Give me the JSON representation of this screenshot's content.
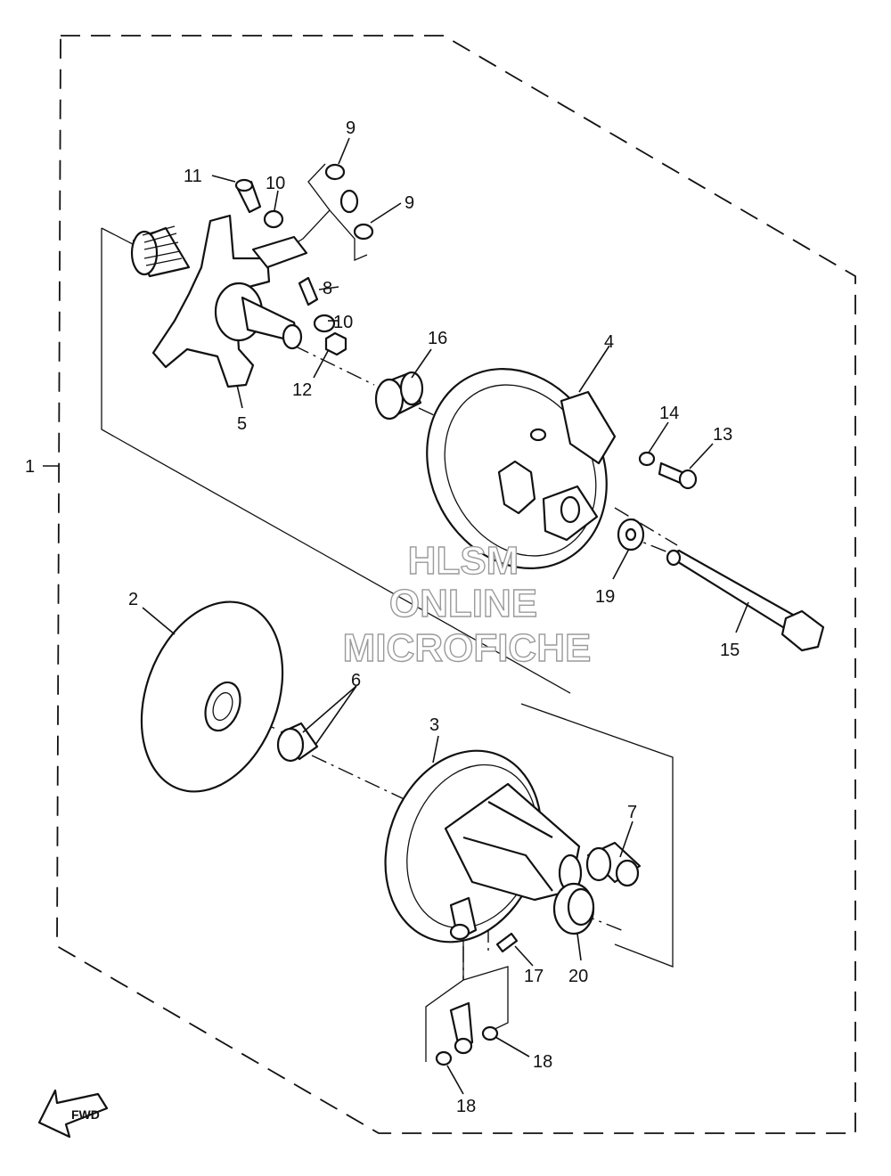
{
  "labels": {
    "l1": "1",
    "l2": "2",
    "l3": "3",
    "l4": "4",
    "l5": "5",
    "l6": "6",
    "l7": "7",
    "l8": "8",
    "l9a": "9",
    "l9b": "9",
    "l10a": "10",
    "l10b": "10",
    "l11": "11",
    "l12": "12",
    "l13": "13",
    "l14": "14",
    "l15": "15",
    "l16": "16",
    "l17": "17",
    "l18a": "18",
    "l18b": "18",
    "l19": "19",
    "l20": "20"
  },
  "watermark": {
    "line1": "HLSM",
    "line2": "ONLINE",
    "line3": "MICROFICHE"
  },
  "direction_arrow": "FWD"
}
